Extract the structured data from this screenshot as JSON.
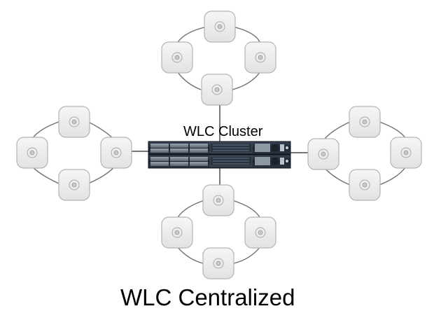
{
  "diagram": {
    "cluster_label": "WLC Cluster",
    "caption": "WLC Centralized"
  },
  "icons": {
    "access_point": "access-point-icon",
    "controller": "wireless-lan-controller-icon"
  },
  "colors": {
    "link": "#6e6e6e",
    "ap_fill": "#eeeeee",
    "ap_border": "#b4b4b4",
    "controller_body": "#1f2a3a",
    "controller_face": "#6d7684"
  },
  "groups": [
    {
      "name": "top",
      "access_points": 4
    },
    {
      "name": "left",
      "access_points": 4
    },
    {
      "name": "right",
      "access_points": 4
    },
    {
      "name": "bottom",
      "access_points": 4
    }
  ]
}
